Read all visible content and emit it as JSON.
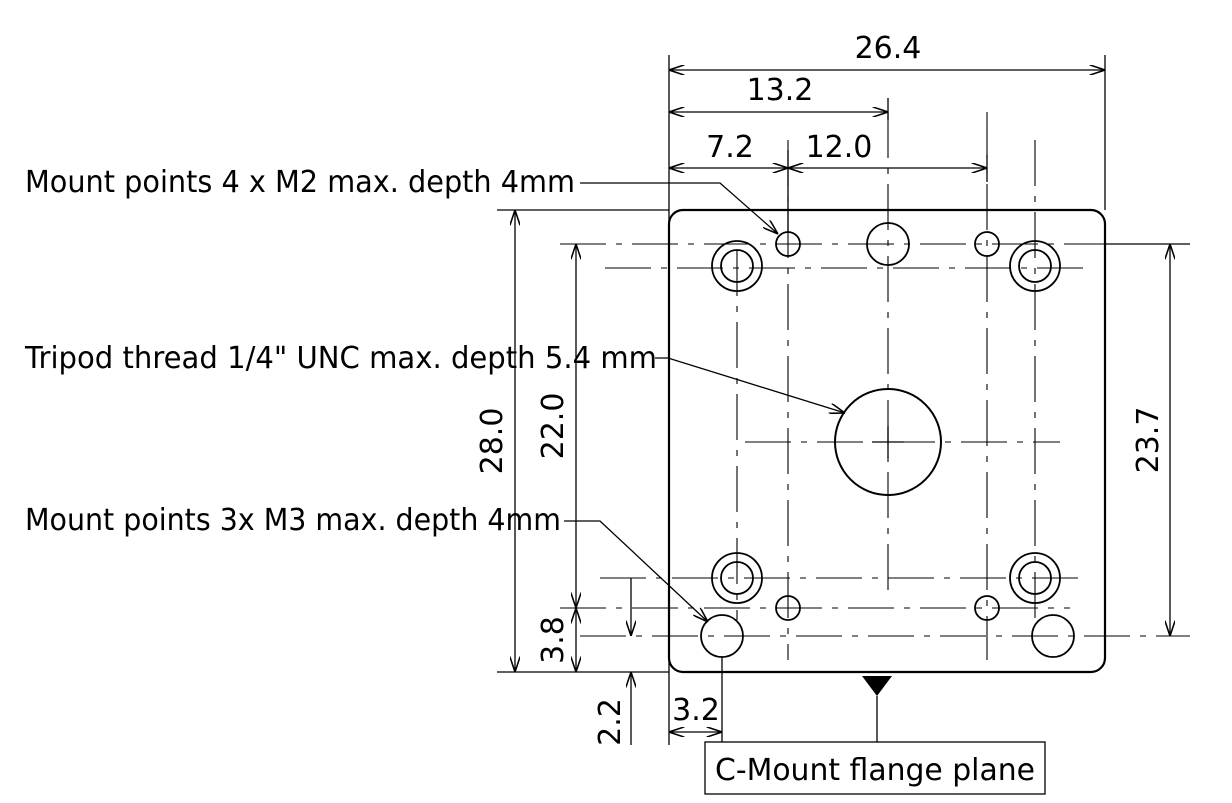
{
  "dimensions": {
    "overall_width": "26.4",
    "half_width": "13.2",
    "offset_left": "7.2",
    "m2_spacing": "12.0",
    "overall_height": "28.0",
    "m3_height": "22.0",
    "right_height": "23.7",
    "bottom_offset_1": "3.8",
    "bottom_offset_2": "2.2",
    "edge_offset": "3.2"
  },
  "callouts": {
    "m2_mount": "Mount points 4 x M2 max. depth 4mm",
    "tripod": "Tripod thread 1/4\" UNC max. depth 5.4 mm",
    "m3_mount": "Mount points 3x M3 max. depth 4mm",
    "flange": "C-Mount flange plane"
  }
}
